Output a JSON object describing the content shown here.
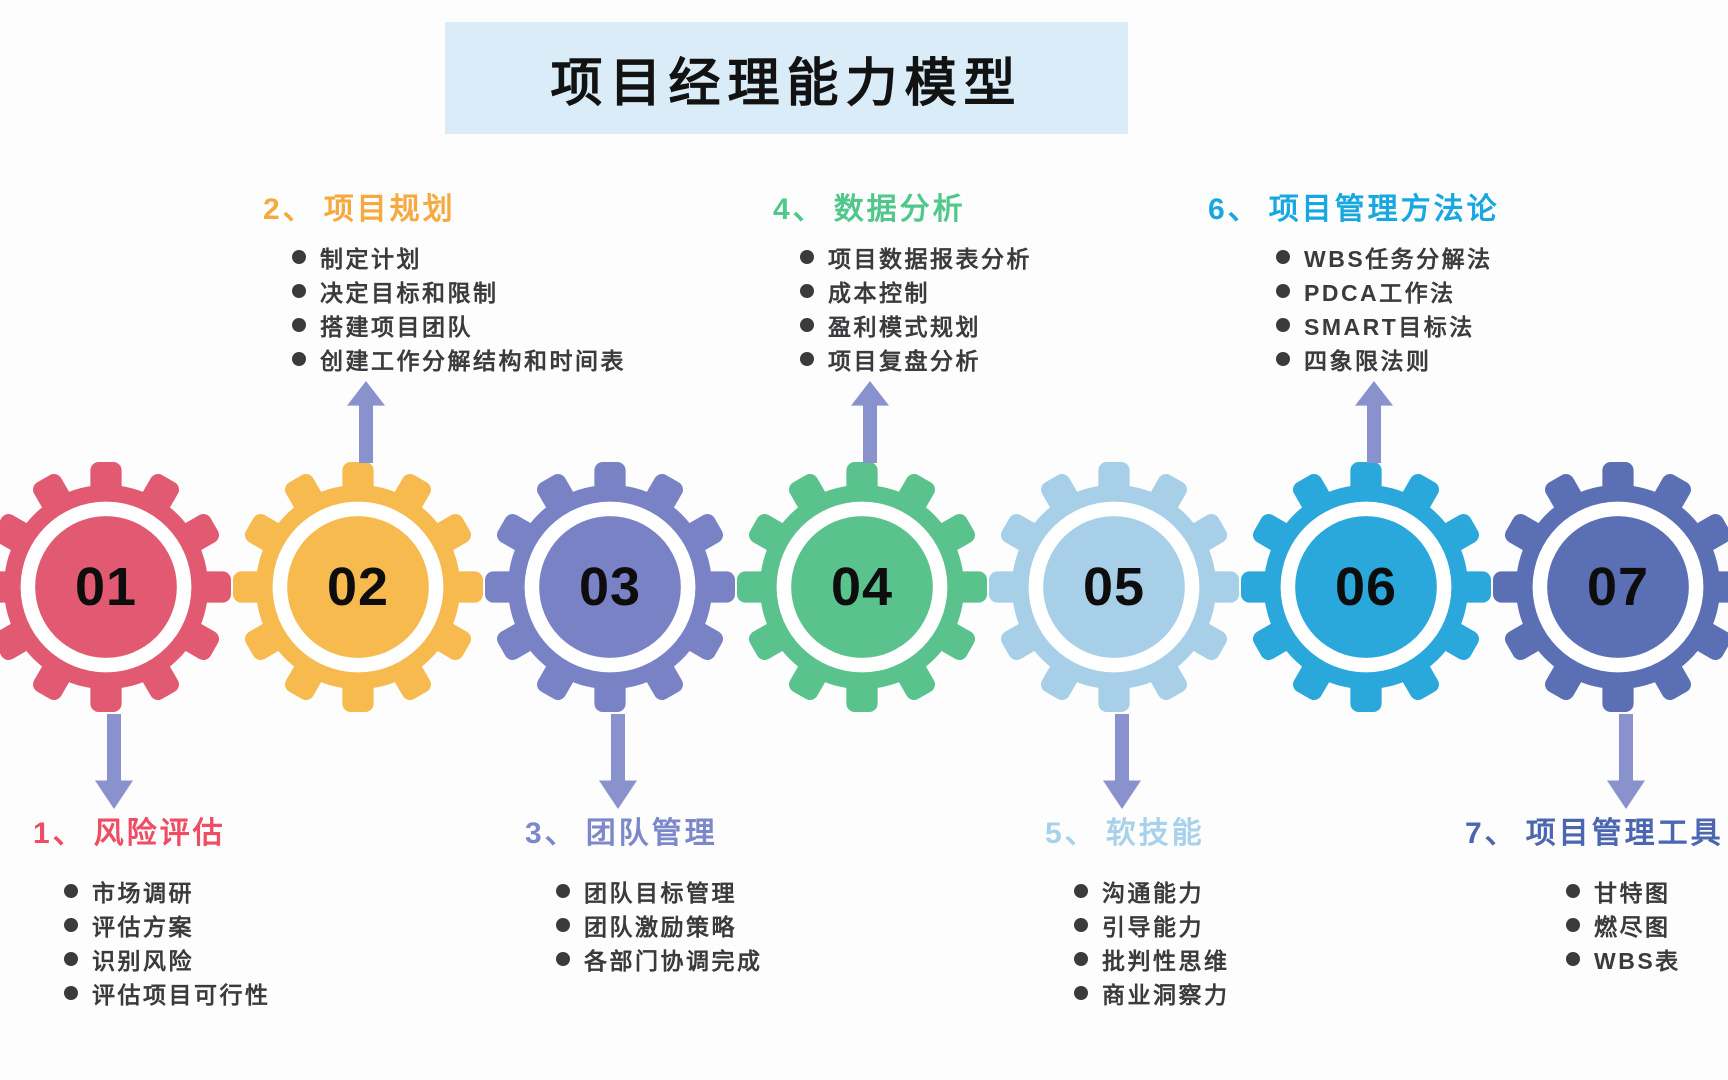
{
  "title": {
    "text": "项目经理能力模型"
  },
  "colors": {
    "title_bg": "#d9ecf7",
    "arrow": "#8a92ce",
    "item_text": "#3b3b3d",
    "gear_number": "#0d0d0d"
  },
  "sections": [
    {
      "number_label": "1、",
      "name": "风险评估",
      "gear_number": "01",
      "gear_color": "#e15a72",
      "header_color": "#ee4d63",
      "label_position": "below",
      "items": [
        "市场调研",
        "评估方案",
        "识别风险",
        "评估项目可行性"
      ]
    },
    {
      "number_label": "2、",
      "name": "项目规划",
      "gear_number": "02",
      "gear_color": "#f7ba4e",
      "header_color": "#f5a93e",
      "label_position": "above",
      "items": [
        "制定计划",
        "决定目标和限制",
        "搭建项目团队",
        "创建工作分解结构和时间表"
      ]
    },
    {
      "number_label": "3、",
      "name": "团队管理",
      "gear_number": "03",
      "gear_color": "#7a82c6",
      "header_color": "#7d88cb",
      "label_position": "below",
      "items": [
        "团队目标管理",
        "团队激励策略",
        "各部门协调完成"
      ]
    },
    {
      "number_label": "4、",
      "name": "数据分析",
      "gear_number": "04",
      "gear_color": "#5ac28d",
      "header_color": "#52c78c",
      "label_position": "above",
      "items": [
        "项目数据报表分析",
        "成本控制",
        "盈利模式规划",
        "项目复盘分析"
      ]
    },
    {
      "number_label": "5、",
      "name": "软技能",
      "gear_number": "05",
      "gear_color": "#a7cfe8",
      "header_color": "#a8d2ec",
      "label_position": "below",
      "items": [
        "沟通能力",
        "引导能力",
        "批判性思维",
        "商业洞察力"
      ]
    },
    {
      "number_label": "6、",
      "name": "项目管理方法论",
      "gear_number": "06",
      "gear_color": "#2aa7db",
      "header_color": "#18a7e1",
      "label_position": "above",
      "items": [
        "WBS任务分解法",
        "PDCA工作法",
        "SMART目标法",
        "四象限法则"
      ]
    },
    {
      "number_label": "7、",
      "name": "项目管理工具",
      "gear_number": "07",
      "gear_color": "#5b6fb4",
      "header_color": "#4c66b0",
      "label_position": "below",
      "items": [
        "甘特图",
        "燃尽图",
        "WBS表"
      ]
    }
  ]
}
